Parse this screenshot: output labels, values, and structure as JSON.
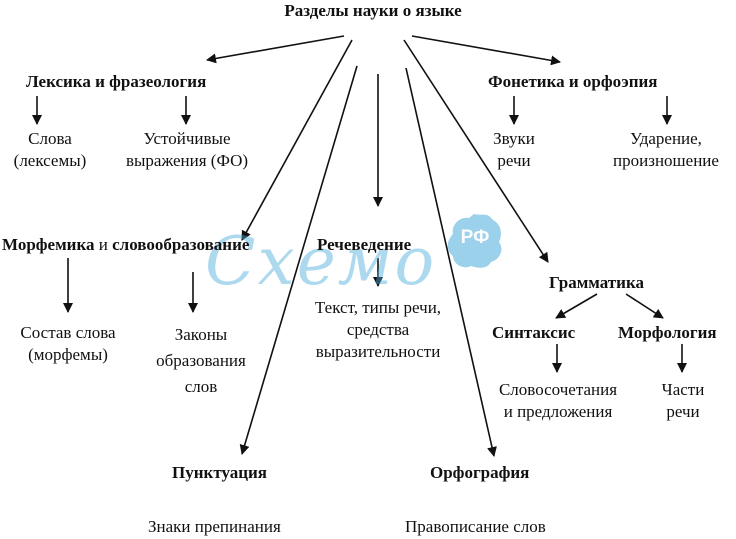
{
  "root": "Разделы науки о языке",
  "lexics": {
    "title": "Лексика и фразеология",
    "words": [
      "Слова",
      "(лексемы)"
    ],
    "fo": [
      "Устойчивые",
      "выражения (ФО)"
    ]
  },
  "phonetics": {
    "title": "Фонетика и орфоэпия",
    "sounds": [
      "Звуки",
      "речи"
    ],
    "stress": [
      "Ударение,",
      "произношение"
    ]
  },
  "morphemics": {
    "title_bold": "Морфемика",
    "title_and": "и",
    "title_rest": "словообразование",
    "composition": [
      "Состав слова",
      "(морфемы)"
    ],
    "laws": [
      "Законы",
      "образования",
      "слов"
    ]
  },
  "speech": {
    "title": "Речеведение",
    "text": [
      "Текст, типы речи,",
      "средства",
      "выразительности"
    ]
  },
  "grammar": {
    "title": "Грамматика",
    "syntax": "Синтаксис",
    "morphology": "Морфология",
    "syntax_items": [
      "Словосочетания",
      "и предложения"
    ],
    "morph_items": [
      "Части",
      "речи"
    ]
  },
  "punctuation": {
    "title": "Пунктуация",
    "item": "Знаки препинания"
  },
  "orthography": {
    "title": "Орфография",
    "item": "Правописание слов"
  },
  "watermark": {
    "text": "Схемо",
    "badge": "РФ",
    "color": "#4aabdc"
  },
  "colors": {
    "text": "#111111",
    "arrow": "#111111"
  }
}
